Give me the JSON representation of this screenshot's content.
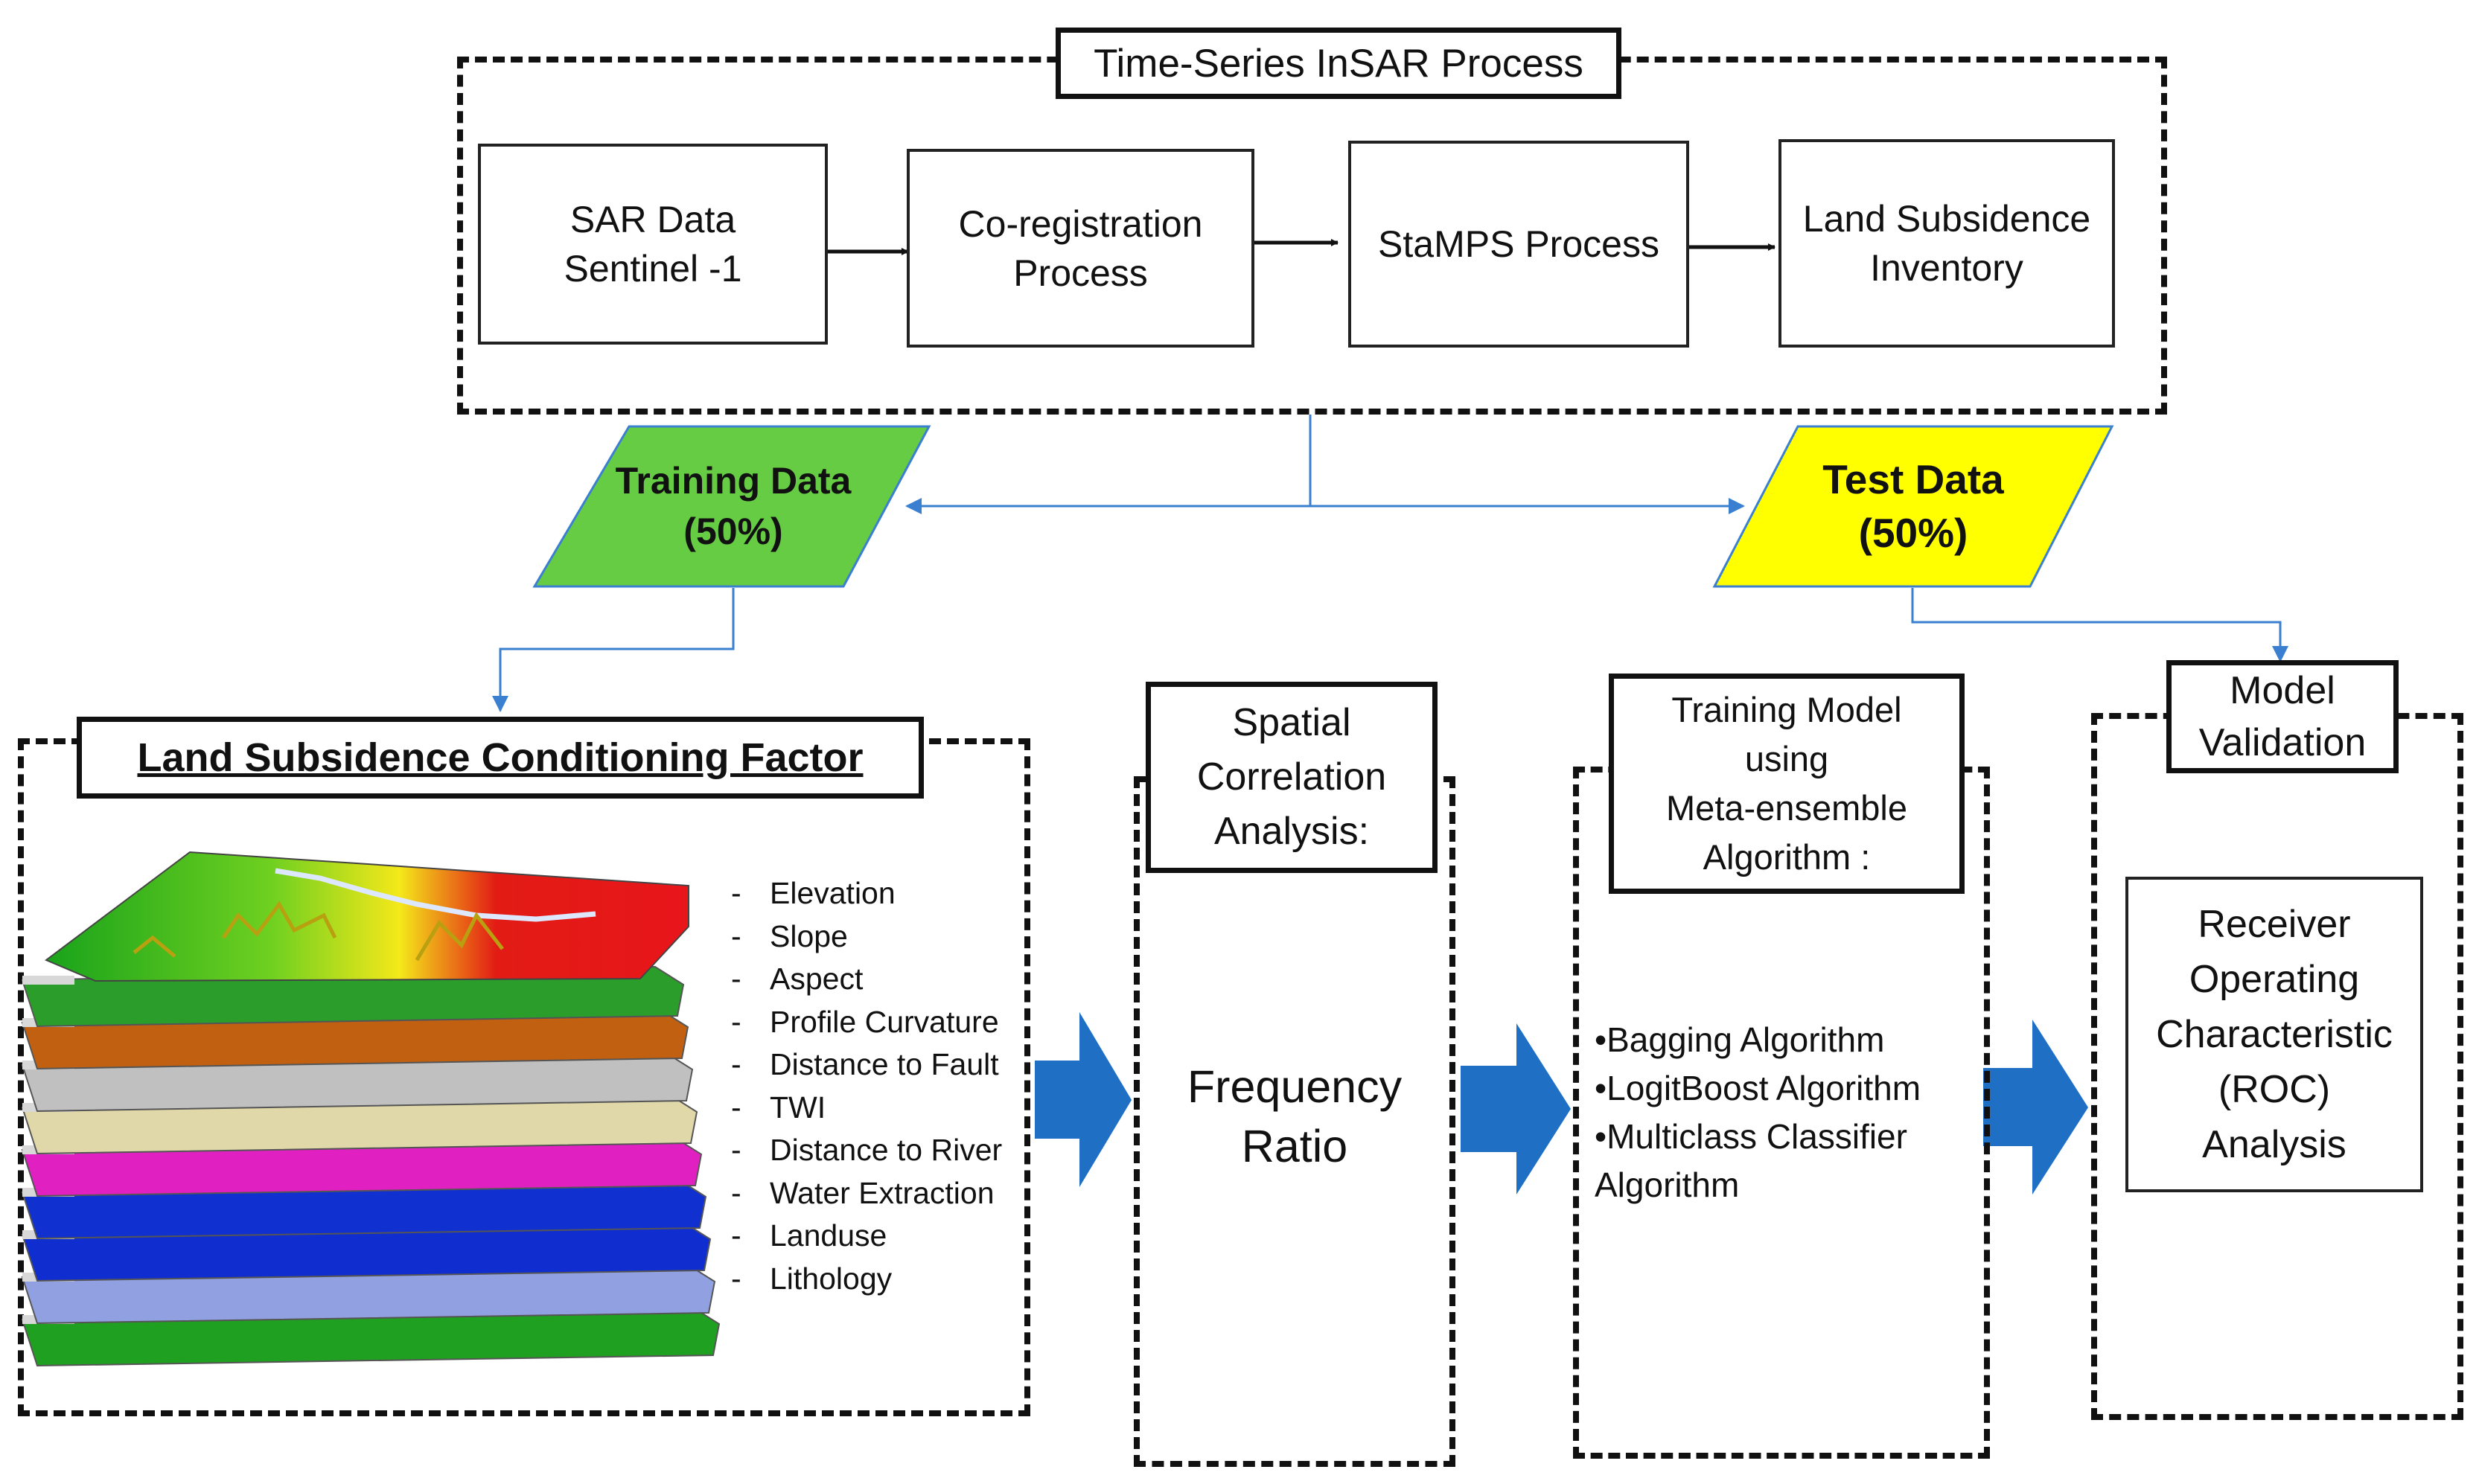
{
  "insar": {
    "title": "Time-Series InSAR Process",
    "steps": [
      {
        "line1": "SAR Data",
        "line2": "Sentinel -1"
      },
      {
        "line1": "Co-registration",
        "line2": "Process"
      },
      {
        "line1": "StaMPS Process",
        "line2": ""
      },
      {
        "line1": "Land Subsidence",
        "line2": "Inventory"
      }
    ]
  },
  "split": {
    "training": {
      "line1": "Training Data",
      "line2": "(50%)",
      "color": "#66cc44"
    },
    "test": {
      "line1": "Test Data",
      "line2": "(50%)",
      "color": "#ffff00"
    }
  },
  "factors": {
    "title": "Land Subsidence Conditioning Factor",
    "items": [
      "Elevation",
      "Slope",
      "Aspect",
      "Profile Curvature",
      "Distance to Fault",
      "TWI",
      "Distance to River",
      "Water Extraction",
      "Landuse",
      "Lithology"
    ],
    "layer_colors": [
      "#2a9d2a",
      "#c06010",
      "#c0c0c0",
      "#e0d8a8",
      "#e020c0",
      "#1030d0",
      "#102ed0",
      "#90a0e0",
      "#20a020"
    ]
  },
  "spatial": {
    "title_lines": [
      "Spatial",
      "Correlation",
      "Analysis:"
    ],
    "method_lines": [
      "Frequency",
      "Ratio"
    ]
  },
  "model": {
    "title_lines": [
      "Training Model",
      "using",
      "Meta-ensemble",
      "Algorithm :"
    ],
    "algorithms": [
      "•Bagging Algorithm",
      "•LogitBoost Algorithm",
      "•Multiclass Classifier",
      "Algorithm"
    ]
  },
  "validation": {
    "title_lines": [
      "Model",
      "Validation"
    ],
    "method_lines": [
      "Receiver",
      "Operating",
      "Characteristic",
      "(ROC)",
      "Analysis"
    ]
  },
  "colors": {
    "arrow_blue": "#1f6fc5",
    "connector_blue": "#3a7fd0"
  }
}
